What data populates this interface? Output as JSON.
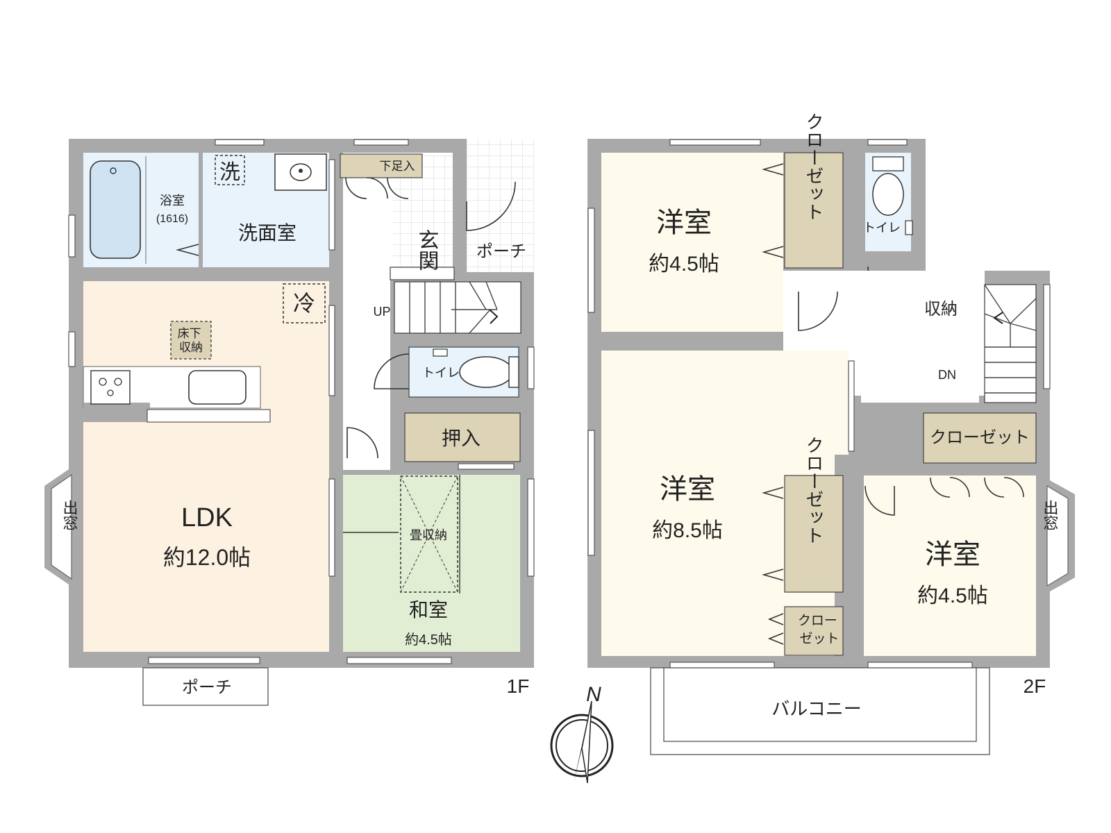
{
  "floor1": {
    "label": "1F",
    "bath": {
      "name": "浴室",
      "size": "(1616)"
    },
    "washroom": {
      "name": "洗面室",
      "washer_mark": "洗"
    },
    "shoe_storage": "下足入",
    "entrance": "玄関",
    "porch_east": "ポーチ",
    "stairs_label": "UP",
    "fridge_mark": "冷",
    "underfloor_storage": "床下\n収納",
    "ldk": {
      "name": "LDK",
      "size": "約12.0帖"
    },
    "bay_window": "出窓",
    "toilet": "トイレ",
    "oshiire": "押入",
    "tatami_storage": "畳収納",
    "washitsu": {
      "name": "和室",
      "size": "約4.5帖"
    },
    "porch_south": "ポーチ"
  },
  "floor2": {
    "label": "2F",
    "room_nw": {
      "name": "洋室",
      "size": "約4.5帖"
    },
    "closet_nw": "クローゼット",
    "toilet": "トイレ",
    "storage": "収納",
    "stairs_label": "DN",
    "room_w": {
      "name": "洋室",
      "size": "約8.5帖"
    },
    "closet_mid": "クローゼット",
    "closet_small": "クローゼット",
    "closet_e": "クローゼット",
    "room_e": {
      "name": "洋室",
      "size": "約4.5帖"
    },
    "bay_window": "出窓",
    "balcony": "バルコニー"
  },
  "compass": {
    "north": "N"
  },
  "colors": {
    "wall": "#a9a9a9",
    "bath": "#e8f3fb",
    "ldk": "#fdf1e2",
    "washitsu": "#e2eed4",
    "closet": "#ddd4b8",
    "room": "#fefbec",
    "tile": "#dddddd"
  }
}
